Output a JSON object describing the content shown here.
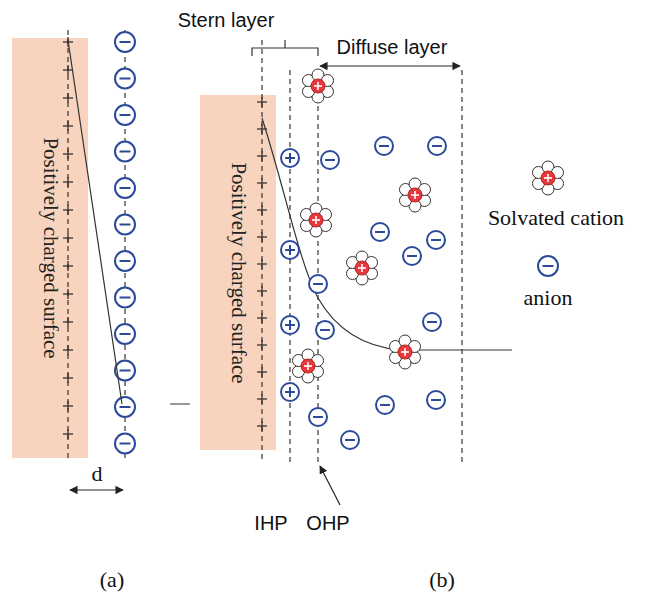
{
  "diagram": {
    "nodes": [
      {
        "text": [
          "Positively charged surface"
        ]
      },
      {
        "text": [
          "Positively charged surface"
        ]
      }
    ],
    "labels": [
      "d",
      "Stern layer",
      "Diffuse layer",
      "IHP",
      "OHP",
      "(a)",
      "(b)"
    ],
    "legend": [
      {
        "text": "Solvated cation"
      },
      {
        "text": "anion"
      }
    ]
  }
}
